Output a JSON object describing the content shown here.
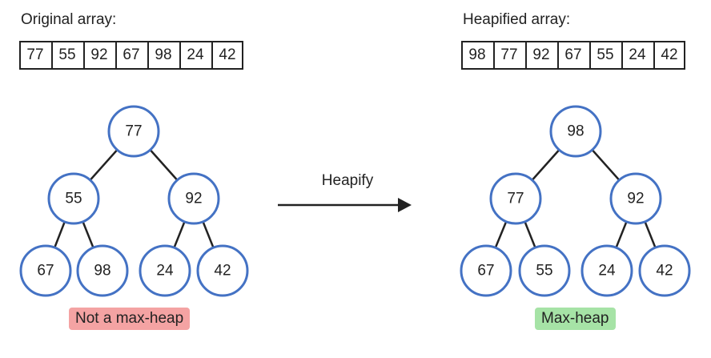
{
  "left": {
    "title": "Original array:",
    "array": [
      "77",
      "55",
      "92",
      "67",
      "98",
      "24",
      "42"
    ],
    "tree": [
      "77",
      "55",
      "92",
      "67",
      "98",
      "24",
      "42"
    ],
    "badge": "Not a max-heap",
    "badge_color": "#f4a3a3"
  },
  "right": {
    "title": "Heapified array:",
    "array": [
      "98",
      "77",
      "92",
      "67",
      "55",
      "24",
      "42"
    ],
    "tree": [
      "98",
      "77",
      "92",
      "67",
      "55",
      "24",
      "42"
    ],
    "badge": "Max-heap",
    "badge_color": "#a6e3a6"
  },
  "arrow": {
    "label": "Heapify"
  },
  "colors": {
    "node_stroke": "#4472c4",
    "edge": "#222222"
  }
}
